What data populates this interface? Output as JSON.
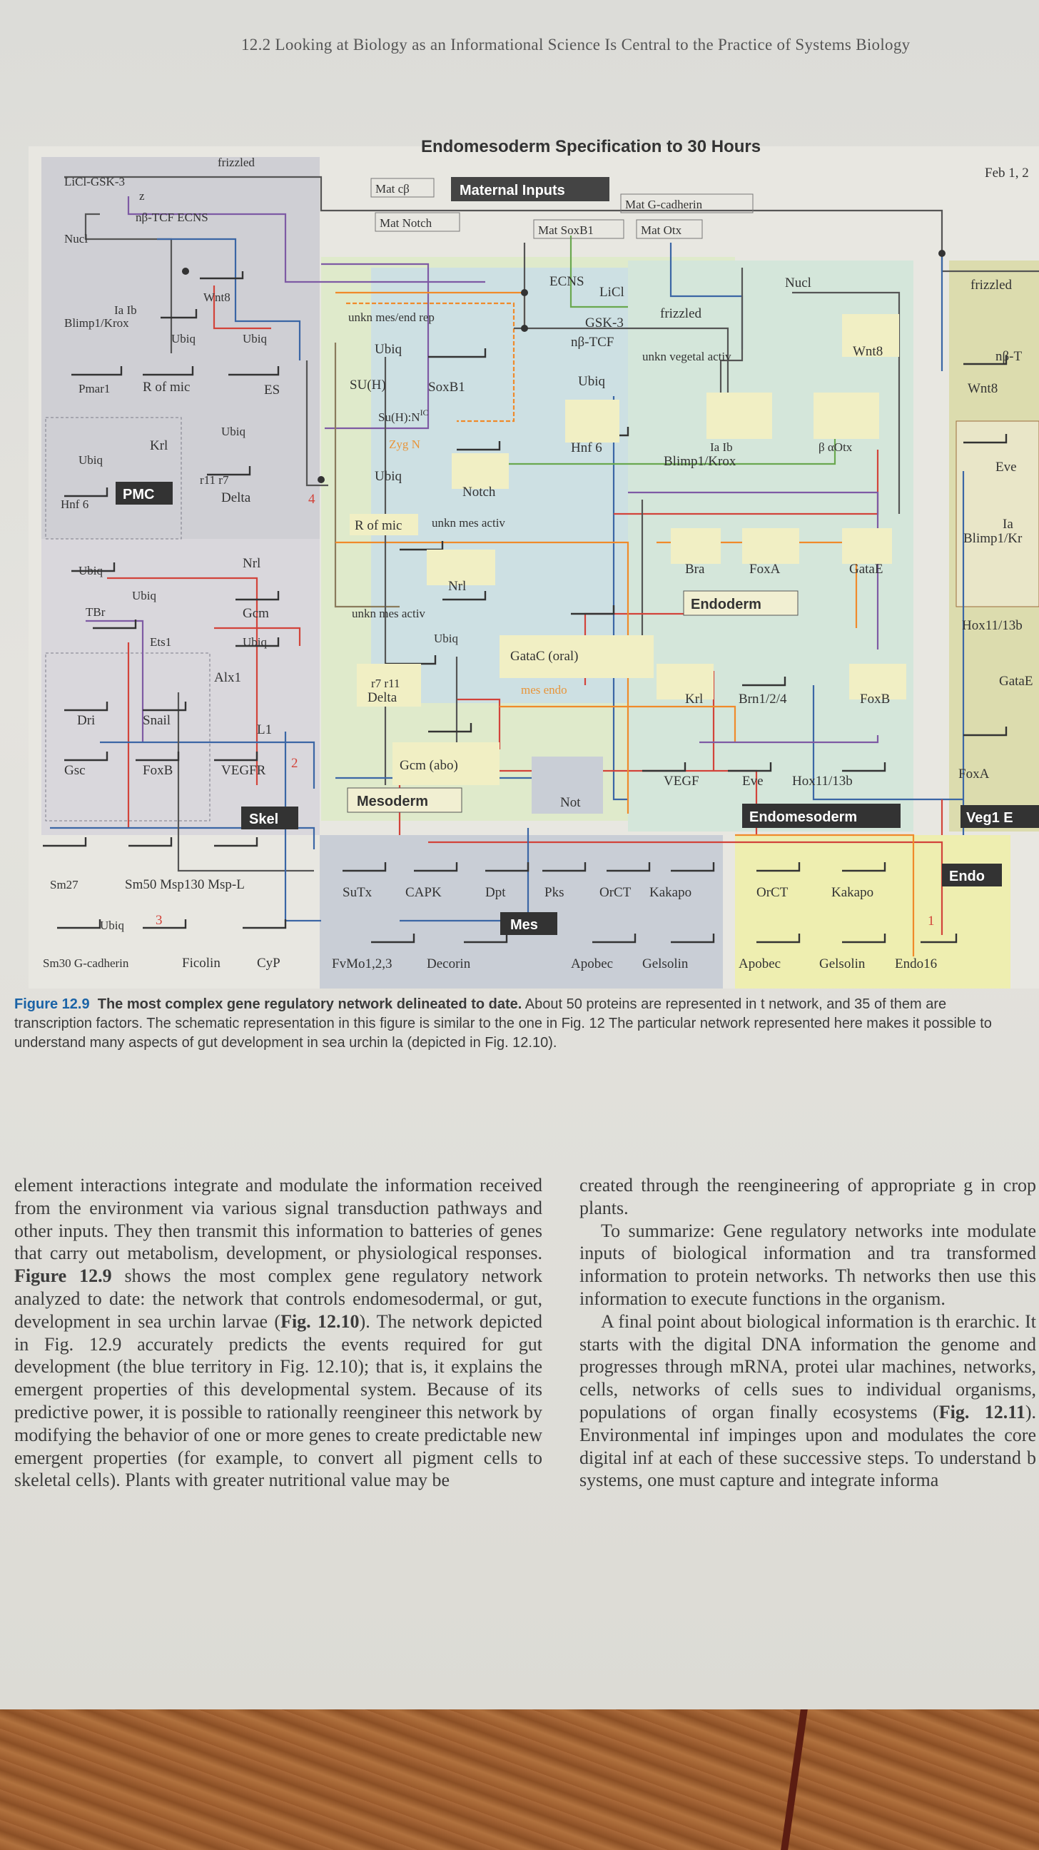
{
  "running_head": "12.2   Looking at Biology as an Informational Science Is Central to the Practice of Systems Biology",
  "figure": {
    "title": "Endomesoderm Specification to 30 Hours",
    "date": "Feb 1, 2",
    "regions": {
      "maternal": "Maternal Inputs",
      "pmc": "PMC",
      "skel": "Skel",
      "mesoderm": "Mesoderm",
      "mes": "Mes",
      "endoderm": "Endoderm",
      "endomesoderm": "Endomesoderm",
      "endo": "Endo",
      "veg1": "Veg1 E"
    },
    "labels": {
      "mat_cb": "Mat cβ",
      "mat_gcad": "Mat G-cadherin",
      "mat_notch": "Mat Notch",
      "mat_soxb1": "Mat SoxB1",
      "mat_otx": "Mat Otx",
      "frizzled_l": "frizzled",
      "licl_gsk": "LiCl-GSK-3",
      "z": "z",
      "nb_tcf_ecns": "nβ-TCF  ECNS",
      "nucl_l": "Nucl",
      "wnt8_l": "Wnt8",
      "blimp_l": "Blimp1/Krox",
      "ia_ib_l": "Ia  Ib",
      "ubiq1": "Ubiq",
      "ubiq2": "Ubiq",
      "pmar1": "Pmar1",
      "r_of_mic_l": "R of mic",
      "es": "ES",
      "krl_l": "Krl",
      "hnf6_l": "Hnf 6",
      "ubiq3": "Ubiq",
      "ubiq4": "Ubiq",
      "r11r7": "r11  r7",
      "delta_l": "Delta",
      "four": "4",
      "nrl_l": "Nrl",
      "ubiq5": "Ubiq",
      "tbr": "TBr",
      "ubiq6": "Ubiq",
      "gcm_l": "Gcm",
      "ets1": "Ets1",
      "ubiq7": "Ubiq",
      "alx1": "Alx1",
      "dri": "Dri",
      "snail": "Snail",
      "l1": "L1",
      "gsc": "Gsc",
      "foxb_l": "FoxB",
      "vegfr": "VEGFR",
      "two": "2",
      "sm27": "Sm27",
      "sm50_msp": "Sm50  Msp130  Msp-L",
      "ubiq8": "Ubiq",
      "three": "3",
      "sm30_gcad": "Sm30  G-cadherin",
      "ficolin": "Ficolin",
      "cyp": "CyP",
      "unkn_mes_end": "unkn mes/end rep",
      "ubiq9": "Ubiq",
      "soxb1": "SoxB1",
      "su_h": "SU(H)",
      "su_h_nic": "Su(H):N",
      "nic_sup": "IC",
      "zyg_n": "Zyg N",
      "ubiq10": "Ubiq",
      "notch": "Notch",
      "r_of_mic_m": "R of mic",
      "unkn_mes_activ": "unkn mes activ",
      "nrl_m": "Nrl",
      "unkn_mes_activ2": "unkn mes activ",
      "ubiq11": "Ubiq",
      "r7r11": "r7  r11",
      "delta_m": "Delta",
      "gatac_oral": "GataC (oral)",
      "mes_endo": "mes      endo",
      "gcm_abo": "Gcm (abo)",
      "not": "Not",
      "ecns": "ECNS",
      "licl": "LiCl",
      "gsk3": "GSK-3",
      "frizzled_c": "frizzled",
      "nb_tcf": "nβ-TCF",
      "unkn_vegetal": "unkn vegetal activ",
      "nucl_c": "Nucl",
      "wnt8_c": "Wnt8",
      "ubiq12": "Ubiq",
      "hnf6_c": "Hnf 6",
      "ia_ib_c": "Ia  Ib",
      "blimp_c": "Blimp1/Krox",
      "b_aotx": "β  αOtx",
      "bra": "Bra",
      "foxa": "FoxA",
      "gatae": "GataE",
      "krl_c": "Krl",
      "brn": "Brn1/2/4",
      "foxb_c": "FoxB",
      "vegf": "VEGF",
      "eve": "Eve",
      "hox": "Hox11/13b",
      "sutx": "SuTx",
      "capk": "CAPK",
      "dpt": "Dpt",
      "pks": "Pks",
      "orct": "OrCT",
      "kakapo": "Kakapo",
      "fvmo": "FvMo1,2,3",
      "decorin": "Decorin",
      "apobec": "Apobec",
      "gelsolin": "Gelsolin",
      "orct2": "OrCT",
      "kakapo2": "Kakapo",
      "apobec2": "Apobec",
      "gelsolin2": "Gelsolin",
      "endo16": "Endo16",
      "one": "1",
      "frizzled_r": "frizzled",
      "nb_t_r": "nβ-T",
      "wnt8_r": "Wnt8",
      "eve_r": "Eve",
      "ia_r": "Ia",
      "blimp_r": "Blimp1/Kr",
      "hox_r": "Hox11/13b",
      "gatae_r": "GataE",
      "foxa_r": "FoxA"
    }
  },
  "caption": {
    "number": "Figure 12.9",
    "title": "The most complex gene regulatory network delineated to date.",
    "body": "About 50 proteins are represented in t network, and 35 of them are transcription factors. The schematic representation in this figure is similar to the one in Fig. 12 The particular network represented here makes it possible to understand many aspects of gut development in sea urchin la (depicted in Fig. 12.10)."
  },
  "text": {
    "left_pre": "element interactions integrate and modulate the information received from the environment via various signal transduction pathways and other inputs. They then transmit this information to batteries of genes that carry out metabolism, development, or physiological responses.",
    "left_ref1": "Figure 12.9",
    "left_mid": "shows the most complex gene regulatory network analyzed to date: the network that controls endomesodermal, or gut, development in sea urchin larvae (",
    "left_ref2": "Fig. 12.10",
    "left_post": "). The network depicted in Fig. 12.9 accurately predicts the events required for gut development (the blue territory in Fig. 12.10); that is, it explains the emergent properties of this developmental system. Because of its predictive power, it is possible to rationally reengineer this network by modifying the behavior of one or more genes to create predictable new emergent properties (for example, to convert all pigment cells to skeletal cells). Plants with greater nutritional value may be",
    "right_p1": "created through the reengineering of appropriate g in crop plants.",
    "right_p2": "To summarize: Gene regulatory networks inte modulate inputs of biological information and tra transformed information to protein networks. Th networks then use this information to execute functions in the organism.",
    "right_p3_pre": "A final point about biological information is th erarchic. It starts with the digital DNA information the genome and progresses through mRNA, protei ular machines, networks, cells, networks of cells sues to individual organisms, populations of organ finally ecosystems (",
    "right_ref": "Fig. 12.11",
    "right_p3_post": "). Environmental inf impinges upon and modulates the core digital inf at each of these successive steps. To understand b systems, one must capture and integrate informa"
  }
}
